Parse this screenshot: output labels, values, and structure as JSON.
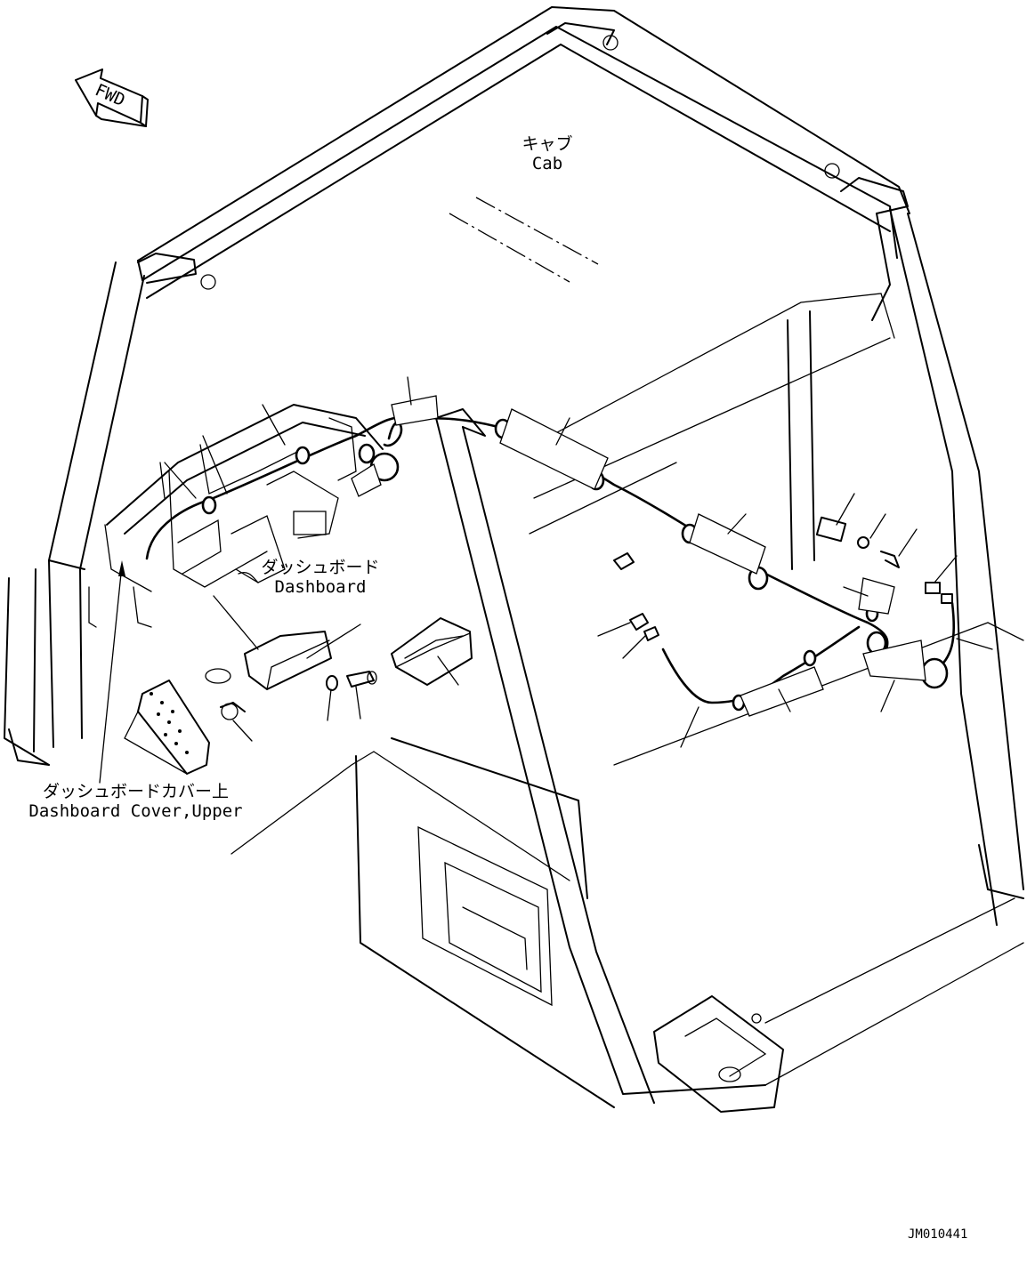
{
  "fwd_arrow": {
    "text": "FWD",
    "icon": "fwd-arrow-icon"
  },
  "labels": {
    "cab_jp": "キャブ",
    "cab_en": "Cab",
    "dashboard_jp": "ダッシュボード",
    "dashboard_en": "Dashboard",
    "dashboard_cover_jp": "ダッシュボードカバー上",
    "dashboard_cover_en": "Dashboard Cover,Upper"
  },
  "drawing_code": "JM010441",
  "colors": {
    "line": "#000000",
    "background": "#ffffff"
  }
}
